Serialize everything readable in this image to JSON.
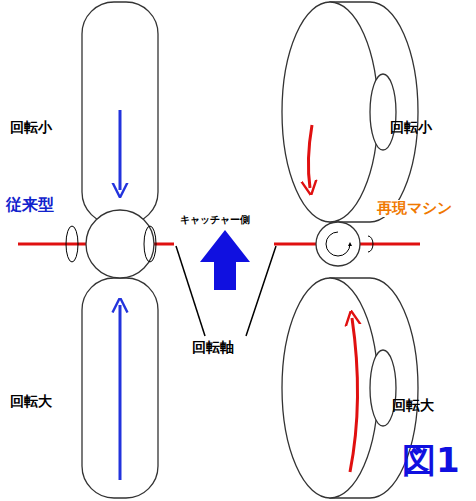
{
  "diagram": {
    "caption": "図1",
    "labels": [
      "回転小",
      "回転小",
      "従来型",
      "キャッチャー側",
      "再現マシン",
      "回転軸",
      "回転大",
      "回転大"
    ]
  }
}
